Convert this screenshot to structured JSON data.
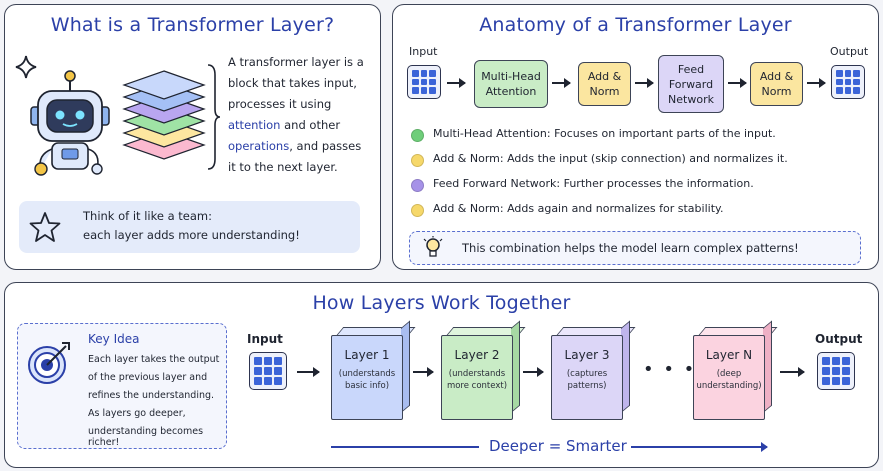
{
  "panel1": {
    "title": "What is a Transformer Layer?",
    "desc_line1": "A transformer layer is a",
    "desc_line2": "block that takes input,",
    "desc_line3": "processes it using",
    "desc_attention": "attention",
    "desc_line4_rest": " and other",
    "desc_operations": "operations",
    "desc_line5_rest": ", and passes",
    "desc_line6": "it to the next layer.",
    "tip_line1": "Think of it like a team:",
    "tip_line2": "each layer adds more understanding!"
  },
  "panel2": {
    "title": "Anatomy of a Transformer Layer",
    "input_label": "Input",
    "output_label": "Output",
    "blocks": [
      {
        "label": "Multi-Head\nAttention",
        "color": "#c9ecc6"
      },
      {
        "label": "Add &\nNorm",
        "color": "#fbe6a0"
      },
      {
        "label": "Feed\nForward\nNetwork",
        "color": "#dcd6f7"
      },
      {
        "label": "Add &\nNorm",
        "color": "#fbe6a0"
      }
    ],
    "legend": [
      {
        "text": "Multi-Head Attention: Focuses on important parts of the input.",
        "color": "#6fce7a"
      },
      {
        "text": "Add & Norm: Adds the input (skip connection) and normalizes it.",
        "color": "#f6d86a"
      },
      {
        "text": "Feed Forward Network: Further processes the information.",
        "color": "#a692e8"
      },
      {
        "text": "Add & Norm: Adds again and normalizes for stability.",
        "color": "#f6d86a"
      }
    ],
    "tip": "This combination helps the model learn complex patterns!"
  },
  "panel3": {
    "title": "How Layers Work Together",
    "key_idea_title": "Key Idea",
    "key_idea_lines": [
      "Each layer takes the output",
      "of the previous layer and",
      "refines the understanding.",
      "As layers go deeper,",
      "understanding becomes richer!"
    ],
    "input_label": "Input",
    "output_label": "Output",
    "layers": [
      {
        "name": "Layer 1",
        "desc": "(understands\nbasic info)",
        "front": "#c9d7fb",
        "top": "#dfe7fd",
        "side": "#a9bdf0"
      },
      {
        "name": "Layer 2",
        "desc": "(understands\nmore context)",
        "front": "#c9ecc6",
        "top": "#e0f5dd",
        "side": "#a6d9a3"
      },
      {
        "name": "Layer 3",
        "desc": "(captures\npatterns)",
        "front": "#dcd6f7",
        "top": "#ebe7fb",
        "side": "#bfb5ec"
      },
      {
        "name": "Layer N",
        "desc": "(deep\nunderstanding)",
        "front": "#fbd3e0",
        "top": "#fde4ec",
        "side": "#eeb0c5"
      }
    ],
    "ellipsis": "• • •",
    "deeper": "Deeper = Smarter"
  }
}
